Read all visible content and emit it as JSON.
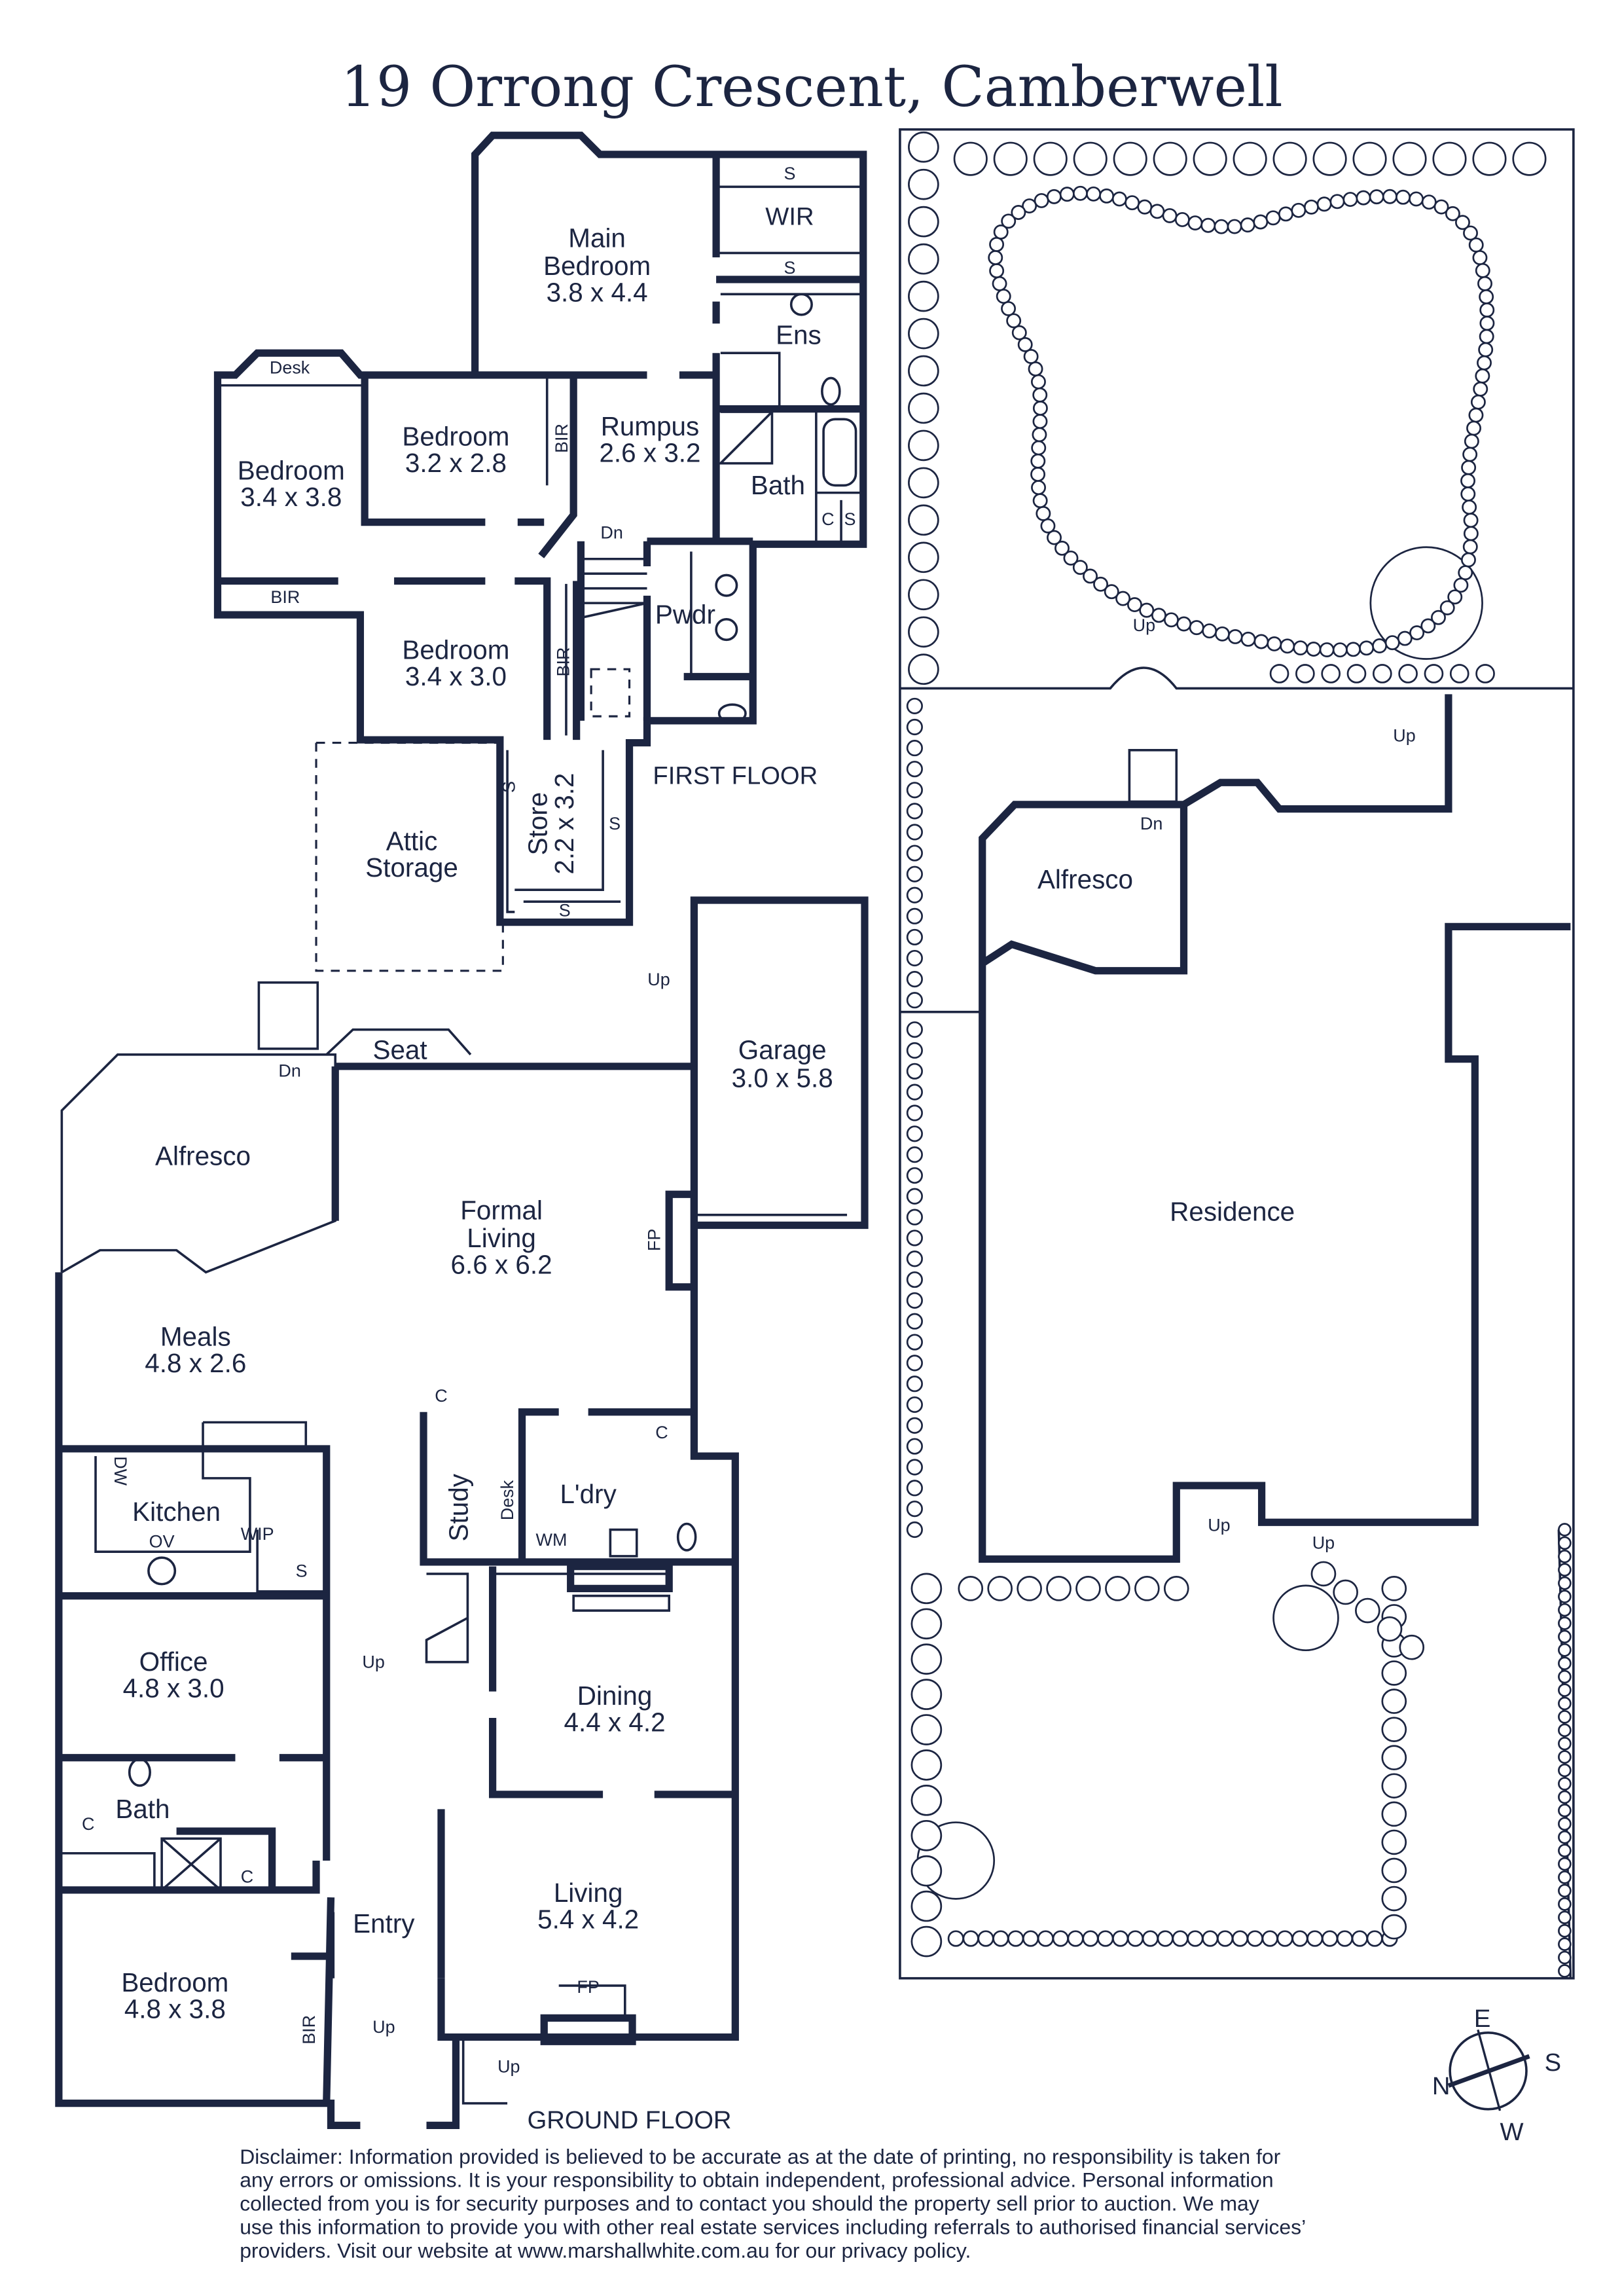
{
  "title": "19 Orrong Crescent, Camberwell",
  "colors": {
    "ink": "#1c2541",
    "background": "#ffffff"
  },
  "first_floor": {
    "label": "FIRST FLOOR",
    "main_bedroom": {
      "name1": "Main",
      "name2": "Bedroom",
      "size": "3.8 x 4.4"
    },
    "wir": "WIR",
    "shelf": "S",
    "ens": "Ens",
    "desk": "Desk",
    "bedroom_a": {
      "name": "Bedroom",
      "size": "3.4 x 3.8"
    },
    "bedroom_b": {
      "name": "Bedroom",
      "size": "3.2 x 2.8"
    },
    "bedroom_c": {
      "name": "Bedroom",
      "size": "3.4 x 3.0"
    },
    "bir": "BIR",
    "rumpus": {
      "name": "Rumpus",
      "size": "2.6 x 3.2"
    },
    "bath": "Bath",
    "cupboard": "C",
    "dn": "Dn",
    "pwdr": "Pwdr",
    "attic": {
      "line1": "Attic",
      "line2": "Storage"
    },
    "store": {
      "name": "Store",
      "size": "2.2 x 3.2"
    }
  },
  "ground_floor": {
    "label": "GROUND FLOOR",
    "seat": "Seat",
    "garage": {
      "name": "Garage",
      "size": "3.0 x 5.8"
    },
    "up": "Up",
    "dn": "Dn",
    "alfresco": "Alfresco",
    "formal_living": {
      "name1": "Formal",
      "name2": "Living",
      "size": "6.6 x 6.2"
    },
    "fp": "FP",
    "meals": {
      "name": "Meals",
      "size": "4.8 x 2.6"
    },
    "cupboard": "C",
    "dw": "DW",
    "kitchen": "Kitchen",
    "ov": "OV",
    "wip": "WIP",
    "shelf": "S",
    "study": "Study",
    "desk": "Desk",
    "laundry": "L'dry",
    "wm": "WM",
    "office": {
      "name": "Office",
      "size": "4.8 x 3.0"
    },
    "dining": {
      "name": "Dining",
      "size": "4.4 x 4.2"
    },
    "bath": "Bath",
    "living": {
      "name": "Living",
      "size": "5.4 x 4.2"
    },
    "entry": "Entry",
    "bedroom": {
      "name": "Bedroom",
      "size": "4.8 x 3.8"
    },
    "bir": "BIR"
  },
  "site_plan": {
    "up": "Up",
    "dn": "Dn",
    "alfresco": "Alfresco",
    "residence": "Residence"
  },
  "compass": {
    "north": "N",
    "east": "E",
    "south": "S",
    "west": "W"
  },
  "disclaimer": [
    "Disclaimer: Information provided is believed to be accurate as at the date of printing, no responsibility is taken for",
    "any errors or omissions. It is your responsibility to obtain independent, professional advice. Personal information",
    "collected from you is for security purposes and to contact you should the property sell prior to auction. We may",
    "use this information to provide you with other real estate services including referrals to authorised financial services’",
    "providers. Visit our website at www.marshallwhite.com.au for our privacy policy."
  ]
}
